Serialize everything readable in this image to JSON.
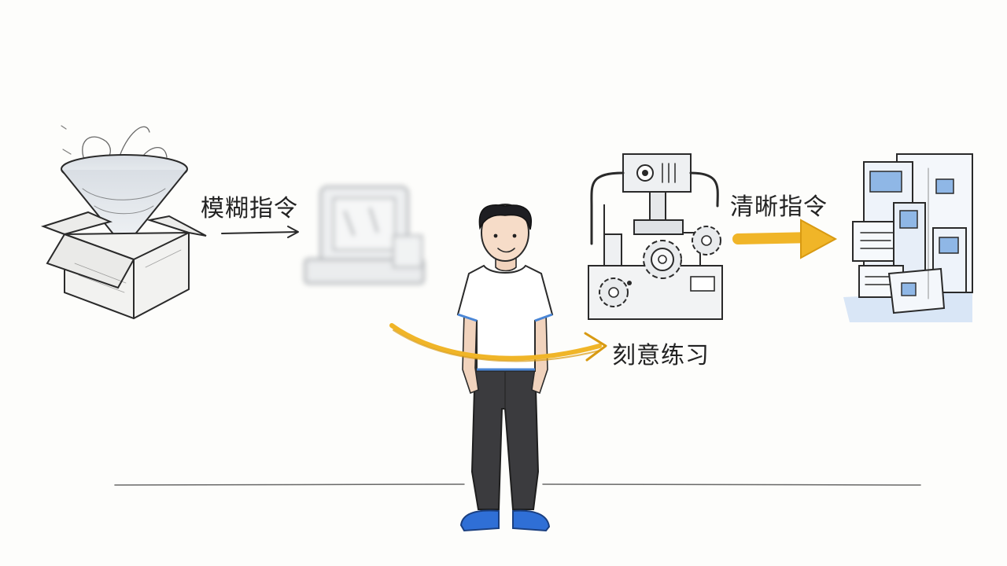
{
  "labels": {
    "vague_instruction": "模糊指令",
    "clear_instruction": "清晰指令",
    "deliberate_practice": "刻意练习"
  },
  "colors": {
    "accent_arrow": "#f0b528",
    "blue_accent": "#4a86d6",
    "ink": "#2a2a2a",
    "background": "#fdfdfb"
  },
  "icons": [
    "funnel-box-icon",
    "blurry-computer-icon",
    "person-figure",
    "machine-gears-icon",
    "blueprint-stack-icon"
  ]
}
